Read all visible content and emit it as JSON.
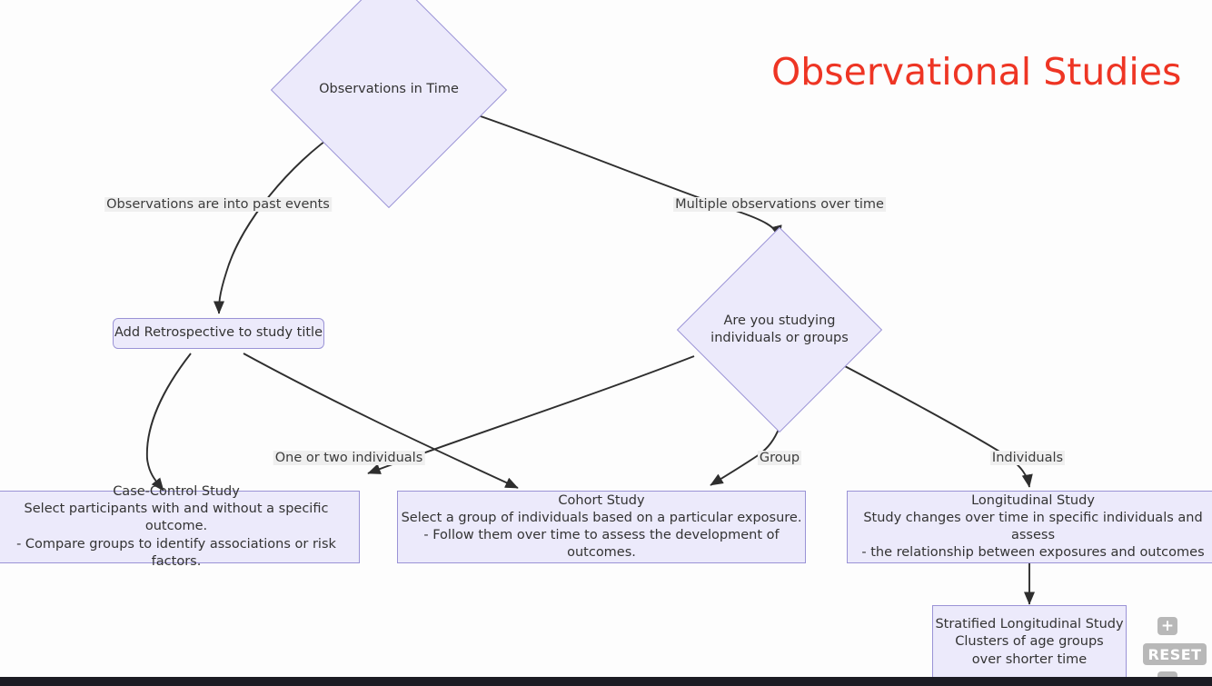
{
  "title": "Observational Studies",
  "accent_color": "#EE3524",
  "node_fill": "#ECEAFB",
  "node_border": "#9A93D6",
  "edge_color": "#333333",
  "nodes": {
    "observations_in_time": {
      "label": "Observations in Time",
      "shape": "diamond"
    },
    "add_retrospective": {
      "label": "Add Retrospective to study title",
      "shape": "rounded-rect"
    },
    "are_you_studying": {
      "label": "Are you studying\nindividuals or groups",
      "shape": "diamond"
    },
    "case_control": {
      "shape": "rect",
      "title": "Case-Control Study",
      "lines": [
        "Select participants with and without a specific outcome.",
        "- Compare groups to identify associations or risk factors."
      ]
    },
    "cohort": {
      "shape": "rect",
      "title": "Cohort Study",
      "lines": [
        "Select a group of individuals based on a particular exposure.",
        "- Follow them over time to assess the development of outcomes."
      ]
    },
    "longitudinal": {
      "shape": "rect",
      "title": "Longitudinal Study",
      "lines": [
        "Study changes over time in specific individuals and assess",
        "- the relationship between exposures and outcomes"
      ]
    },
    "stratified_longitudinal": {
      "shape": "rect",
      "title": "Stratified Longitudinal Study",
      "lines": [
        "Clusters of age groups",
        "over shorter time"
      ]
    }
  },
  "edge_labels": {
    "past_events": "Observations are into past events",
    "multiple_observations": "Multiple observations over time",
    "one_or_two": "One or two individuals",
    "group": "Group",
    "individuals": "Individuals"
  },
  "controls": {
    "zoom_in": "+",
    "reset": "RESET",
    "zoom_out": "−"
  }
}
